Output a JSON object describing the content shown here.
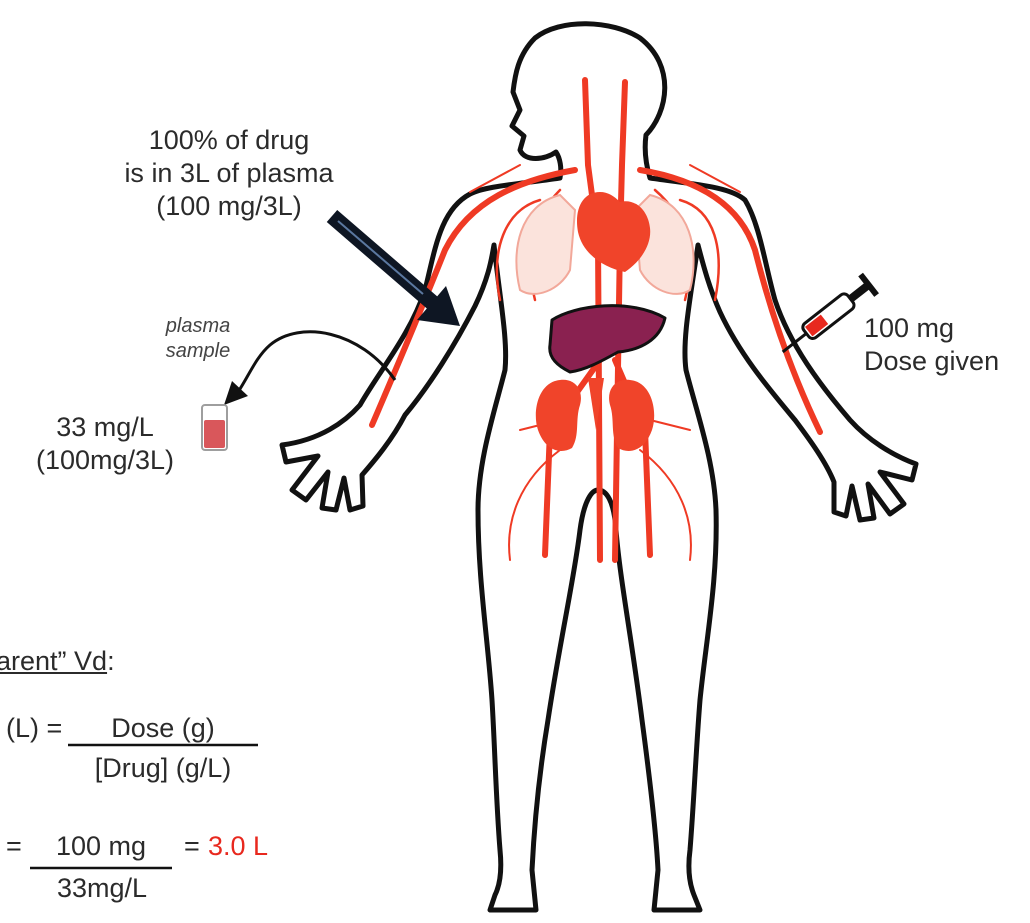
{
  "colors": {
    "vessel": "#ef3a24",
    "organ": "#f0442a",
    "liver": "#8a2150",
    "outline": "#111111",
    "arrow": "#0e1623",
    "result": "#e8281e"
  },
  "annotations": {
    "drug_line1": "100% of drug",
    "drug_line2": "is in 3L of plasma",
    "drug_line3": "(100 mg/3L)",
    "sample_line1": "plasma",
    "sample_line2": "sample",
    "conc_line1": "33 mg/L",
    "conc_line2": "(100mg/3L)",
    "dose_line1": "100 mg",
    "dose_line2": "Dose given"
  },
  "formula": {
    "heading": "arent” Vd",
    "heading_colon": ":",
    "lhs": "(L) =",
    "numerator": "Dose (g)",
    "denominator": "[Drug] (g/L)",
    "eq2_prefix": "=",
    "eq2_numerator": "100 mg",
    "eq2_denominator": "33mg/L",
    "eq2_equals": "=",
    "eq2_result": "3.0 L"
  },
  "icons": [
    "human-body-outline",
    "syringe-icon",
    "plasma-tube-icon",
    "heart-icon",
    "liver-icon",
    "kidney-icon"
  ]
}
